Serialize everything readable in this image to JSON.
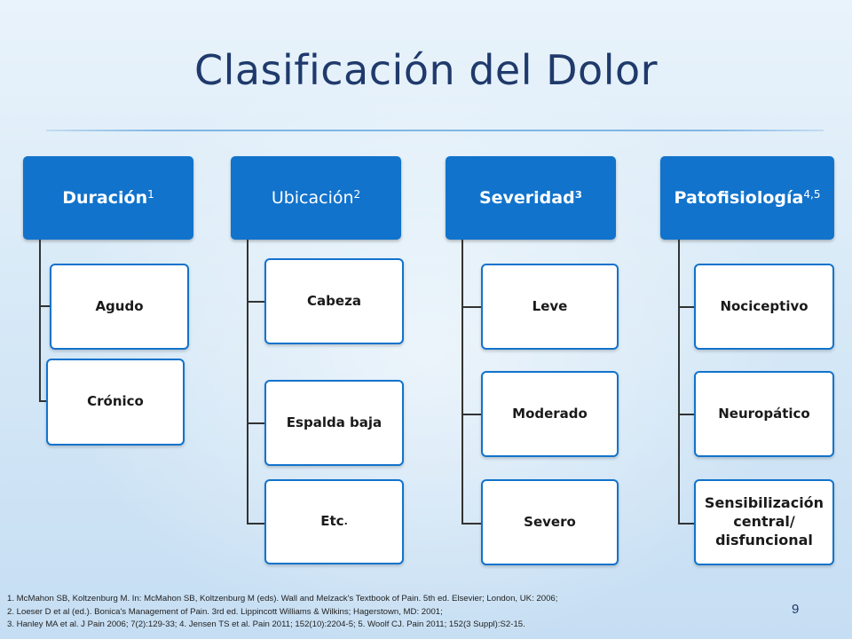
{
  "title": "Clasificación del Dolor",
  "categories": [
    {
      "label": "Duración",
      "sup": "1",
      "items": [
        "Agudo",
        "Crónico"
      ]
    },
    {
      "label": "Ubicación",
      "sup": "2",
      "items": [
        "Cabeza",
        "Espalda baja",
        "Etc"
      ],
      "etc_mark": "."
    },
    {
      "label": "Severidad³",
      "sup": "",
      "items": [
        "Leve",
        "Moderado",
        "Severo"
      ]
    },
    {
      "label": "Patofisiología",
      "sup": "4,5",
      "items": [
        "Nociceptivo",
        "Neuropático",
        "Sensibilización central/ disfuncional"
      ]
    }
  ],
  "references": [
    "1. McMahon SB, Koltzenburg M. In: McMahon SB, Koltzenburg M (eds). Wall and Melzack's Textbook of Pain. 5th ed. Elsevier; London, UK: 2006;",
    "2. Loeser D et al (ed.). Bonica's Management of Pain. 3rd ed. Lippincott Williams & Wilkins; Hagerstown, MD: 2001;",
    "3. Hanley MA et al. J Pain 2006; 7(2):129-33; 4. Jensen TS et al. Pain 2011; 152(10):2204-5; 5. Woolf CJ. Pain 2011; 152(3 Suppl):S2-15."
  ],
  "page_number": "9",
  "colors": {
    "accent": "#1173cc",
    "title": "#1f3a6b"
  }
}
